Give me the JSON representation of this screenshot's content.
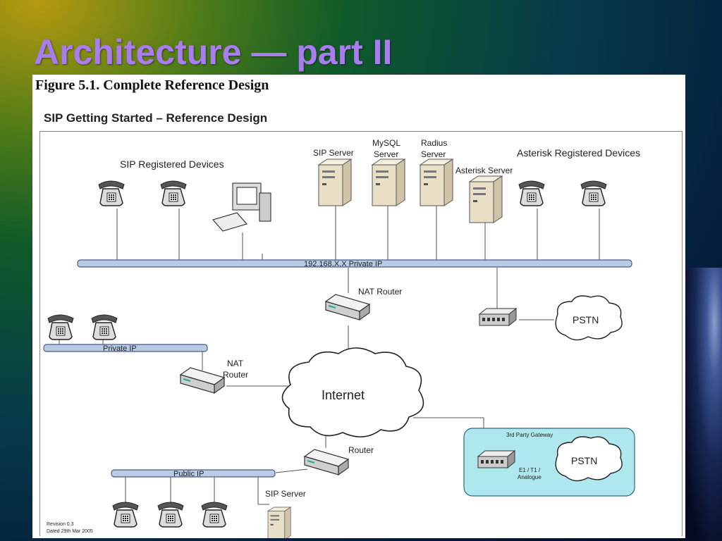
{
  "slide": {
    "title": "Architecture — part II"
  },
  "figure": {
    "caption": "Figure 5.1. Complete Reference Design",
    "design_title": "SIP Getting Started – Reference Design",
    "labels": {
      "sip_registered_devices": "SIP Registered Devices",
      "sip_server_top": "SIP Server",
      "mysql_line1": "MySQL",
      "mysql_line2": "Server",
      "radius_line1": "Radius",
      "radius_line2": "Server",
      "asterisk_server": "Asterisk Server",
      "asterisk_registered_devices": "Asterisk Registered Devices",
      "private_ip_top": "192.168.X.X Private IP",
      "nat_router_top": "NAT Router",
      "pstn_top": "PSTN",
      "private_ip_left": "Private IP",
      "nat_line1": "NAT",
      "nat_line2": "Router",
      "internet": "Internet",
      "router": "Router",
      "public_ip": "Public IP",
      "sip_server_bottom": "SIP Server",
      "third_party_gateway": "3rd Party Gateway",
      "e1t1_line1": "E1 / T1 /",
      "e1t1_line2": "Analogue",
      "pstn_bottom": "PSTN",
      "revision": "Revision 0.3",
      "dated": "Dated 29th Mar 2005"
    },
    "colors": {
      "bus": "#b9cce6",
      "bus_border": "#4a5a80",
      "gateway_panel": "#aee7ee",
      "server": "#e8dfc6"
    }
  }
}
